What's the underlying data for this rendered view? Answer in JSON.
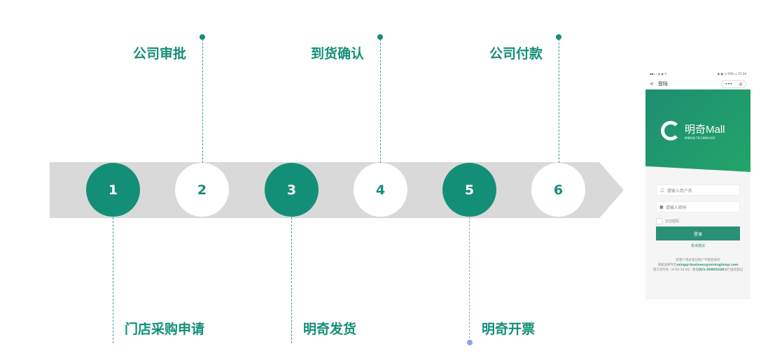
{
  "steps": [
    {
      "num": "1",
      "label": "门店采购申请"
    },
    {
      "num": "2",
      "label": "公司审批"
    },
    {
      "num": "3",
      "label": "明奇发货"
    },
    {
      "num": "4",
      "label": "到货确认"
    },
    {
      "num": "5",
      "label": "明奇开票"
    },
    {
      "num": "6",
      "label": "公司付款"
    }
  ],
  "colors": {
    "accent": "#148f77",
    "band": "#d9d9d9"
  },
  "phone": {
    "status_left": "▪▪ ᵢₗ ᵢₗ ◈ ◉ ✎",
    "status_right": "◉ ▣ ◎ 93% ▭ 15:34",
    "back": "<",
    "title": "登陆",
    "more": "•••",
    "target": "◎",
    "brand": "明奇Mall",
    "brand_sub": "MINGQI TECHNOLOGY",
    "username_placeholder": "请输入用户名",
    "password_placeholder": "请输入密码",
    "remember": "记住密码",
    "login": "登录",
    "feedback": "投诉建议",
    "footer1": "新客户或未登记客户不能登录时",
    "footer2a": "请发送邮件至",
    "email": "mingqi-business@mininglamp.com",
    "footer3a": "或工作时间（9:00-18:00）致电",
    "phone_no": "021-50905339",
    "footer3b": "进行查询登记"
  }
}
